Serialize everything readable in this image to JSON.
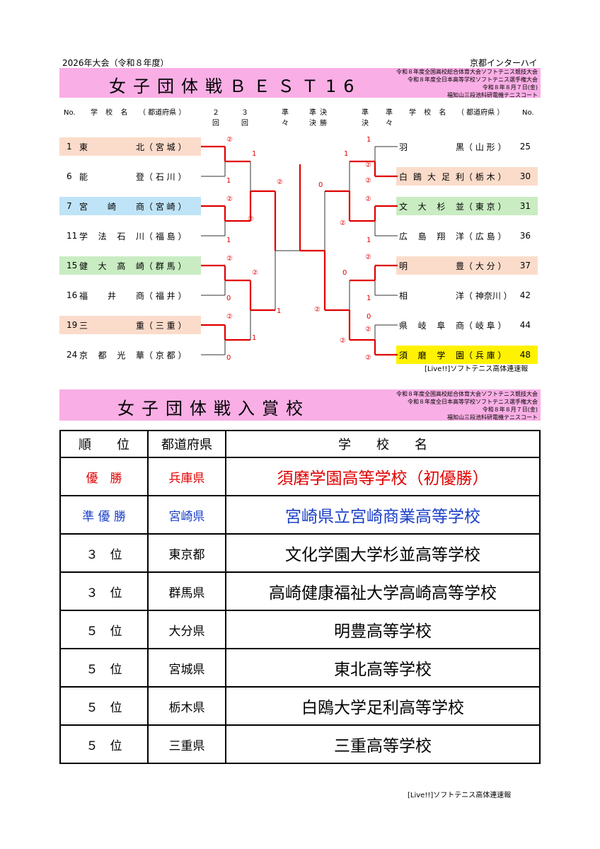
{
  "header": {
    "event_year": "2026年大会（令和８年度）",
    "event_name": "京都インターハイ"
  },
  "bracket_section": {
    "title": "女子団体戦ＢＥＳＴ16",
    "info_lines": [
      "令和８年度全国高校総合体育大会ソフトテニス競技大会",
      "令和８年度全日本高等学校ソフトテニス選手権大会",
      "令和８年８月７日(金)",
      "福知山三段池科研電機テニスコート"
    ],
    "columns_left": {
      "no": "No.",
      "school": "学 校 名",
      "pref": "（ 都道府県 ）"
    },
    "columns_rounds": [
      "２\n回",
      "３\n回",
      "準\n々",
      "準\n決",
      "決\n勝",
      "準\n決",
      "準\n々"
    ],
    "columns_right": {
      "school": "学 校 名",
      "pref": "（ 都道府県 ）",
      "no": "No."
    },
    "left_entries": [
      {
        "no": "1",
        "name": "東北",
        "pref": "宮 城",
        "color": "#fbdccb"
      },
      {
        "no": "6",
        "name": "能登",
        "pref": "石 川",
        "color": ""
      },
      {
        "no": "7",
        "name": "宮崎商",
        "pref": "宮 崎",
        "color": "#bfe3f7"
      },
      {
        "no": "11",
        "name": "学法石川",
        "pref": "福 島",
        "color": ""
      },
      {
        "no": "15",
        "name": "健大高崎",
        "pref": "群 馬",
        "color": "#c9ecc2"
      },
      {
        "no": "16",
        "name": "福井商",
        "pref": "福 井",
        "color": ""
      },
      {
        "no": "19",
        "name": "三重",
        "pref": "三 重",
        "color": "#fbdccb"
      },
      {
        "no": "24",
        "name": "京都光華",
        "pref": "京 都",
        "color": ""
      }
    ],
    "right_entries": [
      {
        "no": "25",
        "name": "羽黒",
        "pref": "山 形",
        "color": ""
      },
      {
        "no": "30",
        "name": "白鴎大足利",
        "pref": "栃 木",
        "color": "#fbdccb"
      },
      {
        "no": "31",
        "name": "文大杉並",
        "pref": "東 京",
        "color": "#c9ecc2"
      },
      {
        "no": "36",
        "name": "広島翔洋",
        "pref": "広 島",
        "color": ""
      },
      {
        "no": "37",
        "name": "明豊",
        "pref": "大 分",
        "color": "#fbdccb"
      },
      {
        "no": "42",
        "name": "相洋",
        "pref": "神奈川",
        "color": ""
      },
      {
        "no": "44",
        "name": "県岐阜商",
        "pref": "岐 阜",
        "color": ""
      },
      {
        "no": "48",
        "name": "須磨学園",
        "pref": "兵 庫",
        "color": "#fff200"
      }
    ],
    "scores": {
      "r2_left": [
        "②",
        "1",
        "②",
        "1",
        "②",
        "0",
        "②",
        "0"
      ],
      "r3_left": [
        "1",
        "②",
        "②",
        "1"
      ],
      "qf_left": [
        "②",
        "1"
      ],
      "sf": [
        "0",
        "②"
      ],
      "r2_right": [
        "1",
        "②",
        "②",
        "1",
        "②",
        "1",
        "0",
        "②"
      ],
      "r3_right": [
        "1",
        "②",
        "0",
        "②"
      ],
      "qf_right": [
        "②",
        "②"
      ]
    },
    "credit": "[Live!!]ソフトテニス高体連速報"
  },
  "awards_section": {
    "title": "女子団体戦入賞校",
    "info_lines": [
      "令和８年度全国高校総合体育大会ソフトテニス競技大会",
      "令和８年度全日本高等学校ソフトテニス選手権大会",
      "令和８年８月７日(金)",
      "福知山三段池科研電機テニスコート"
    ],
    "headers": {
      "rank": "順　　位",
      "pref": "都道府県",
      "school": "学　　校　　名"
    },
    "rows": [
      {
        "rank": "優　勝",
        "pref": "兵庫県",
        "school": "須磨学園高等学校（初優勝）",
        "color": "red"
      },
      {
        "rank": "準 優 勝",
        "pref": "宮崎県",
        "school": "宮崎県立宮崎商業高等学校",
        "color": "blue"
      },
      {
        "rank": "３　位",
        "pref": "東京都",
        "school": "文化学園大学杉並高等学校",
        "color": ""
      },
      {
        "rank": "３　位",
        "pref": "群馬県",
        "school": "高崎健康福祉大学高崎高等学校",
        "color": ""
      },
      {
        "rank": "５　位",
        "pref": "大分県",
        "school": "明豊高等学校",
        "color": ""
      },
      {
        "rank": "５　位",
        "pref": "宮城県",
        "school": "東北高等学校",
        "color": ""
      },
      {
        "rank": "５　位",
        "pref": "栃木県",
        "school": "白鴎大学足利高等学校",
        "color": ""
      },
      {
        "rank": "５　位",
        "pref": "三重県",
        "school": "三重高等学校",
        "color": ""
      }
    ],
    "credit": "[Live!!]ソフトテニス高体連速報"
  },
  "colors": {
    "title_bar": "#f9aee5",
    "win_line": "#e00000",
    "runner_up": "#1a3fc8"
  }
}
